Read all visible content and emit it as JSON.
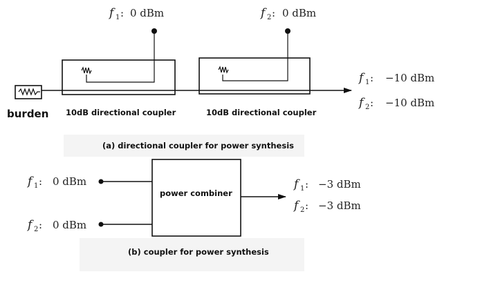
{
  "diagram_a": {
    "caption": "(a) directional coupler for power synthesis",
    "input_top_1": {
      "freq": "1",
      "power": "0 dBm"
    },
    "input_top_2": {
      "freq": "2",
      "power": "0 dBm"
    },
    "coupler_1_label": "10dB directional coupler",
    "coupler_2_label": "10dB directional coupler",
    "burden_label": "burden",
    "output_1": {
      "freq": "1",
      "power": "−10 dBm"
    },
    "output_2": {
      "freq": "2",
      "power": "−10 dBm"
    }
  },
  "diagram_b": {
    "caption": "(b) coupler for power synthesis",
    "combiner_label": "power combiner",
    "input_1": {
      "freq": "1",
      "power": "0 dBm"
    },
    "input_2": {
      "freq": "2",
      "power": "0 dBm"
    },
    "output_1": {
      "freq": "1",
      "power": "−3 dBm"
    },
    "output_2": {
      "freq": "2",
      "power": "−3 dBm"
    }
  },
  "symbol": {
    "f": "f",
    "colon": ":"
  }
}
